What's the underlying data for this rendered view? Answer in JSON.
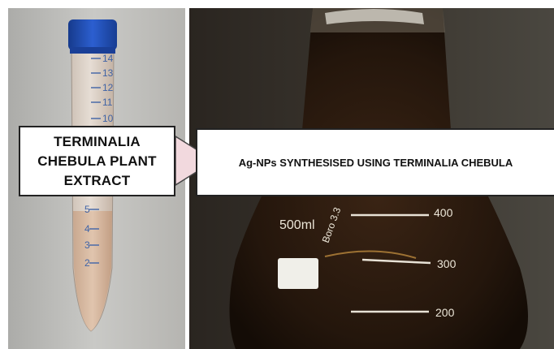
{
  "labels": {
    "plant_extract": "TERMINALIA\nCHEBULA PLANT\nEXTRACT",
    "nanoparticles": "Ag-NPs SYNTHESISED USING TERMINALIA CHEBULA"
  },
  "tube": {
    "graduations": [
      "14",
      "13",
      "12",
      "11",
      "10",
      "5",
      "4",
      "3",
      "2"
    ]
  },
  "flask": {
    "capacity": "500ml",
    "brand": "Boro 3.3",
    "graduations": [
      "400",
      "300",
      "200"
    ]
  },
  "colors": {
    "tube_cap": "#1f4fb8",
    "extract": "#d9b9a0",
    "solution": "#2b1a10",
    "label_background": "#ffffff",
    "arrow": "#f2d9de"
  }
}
